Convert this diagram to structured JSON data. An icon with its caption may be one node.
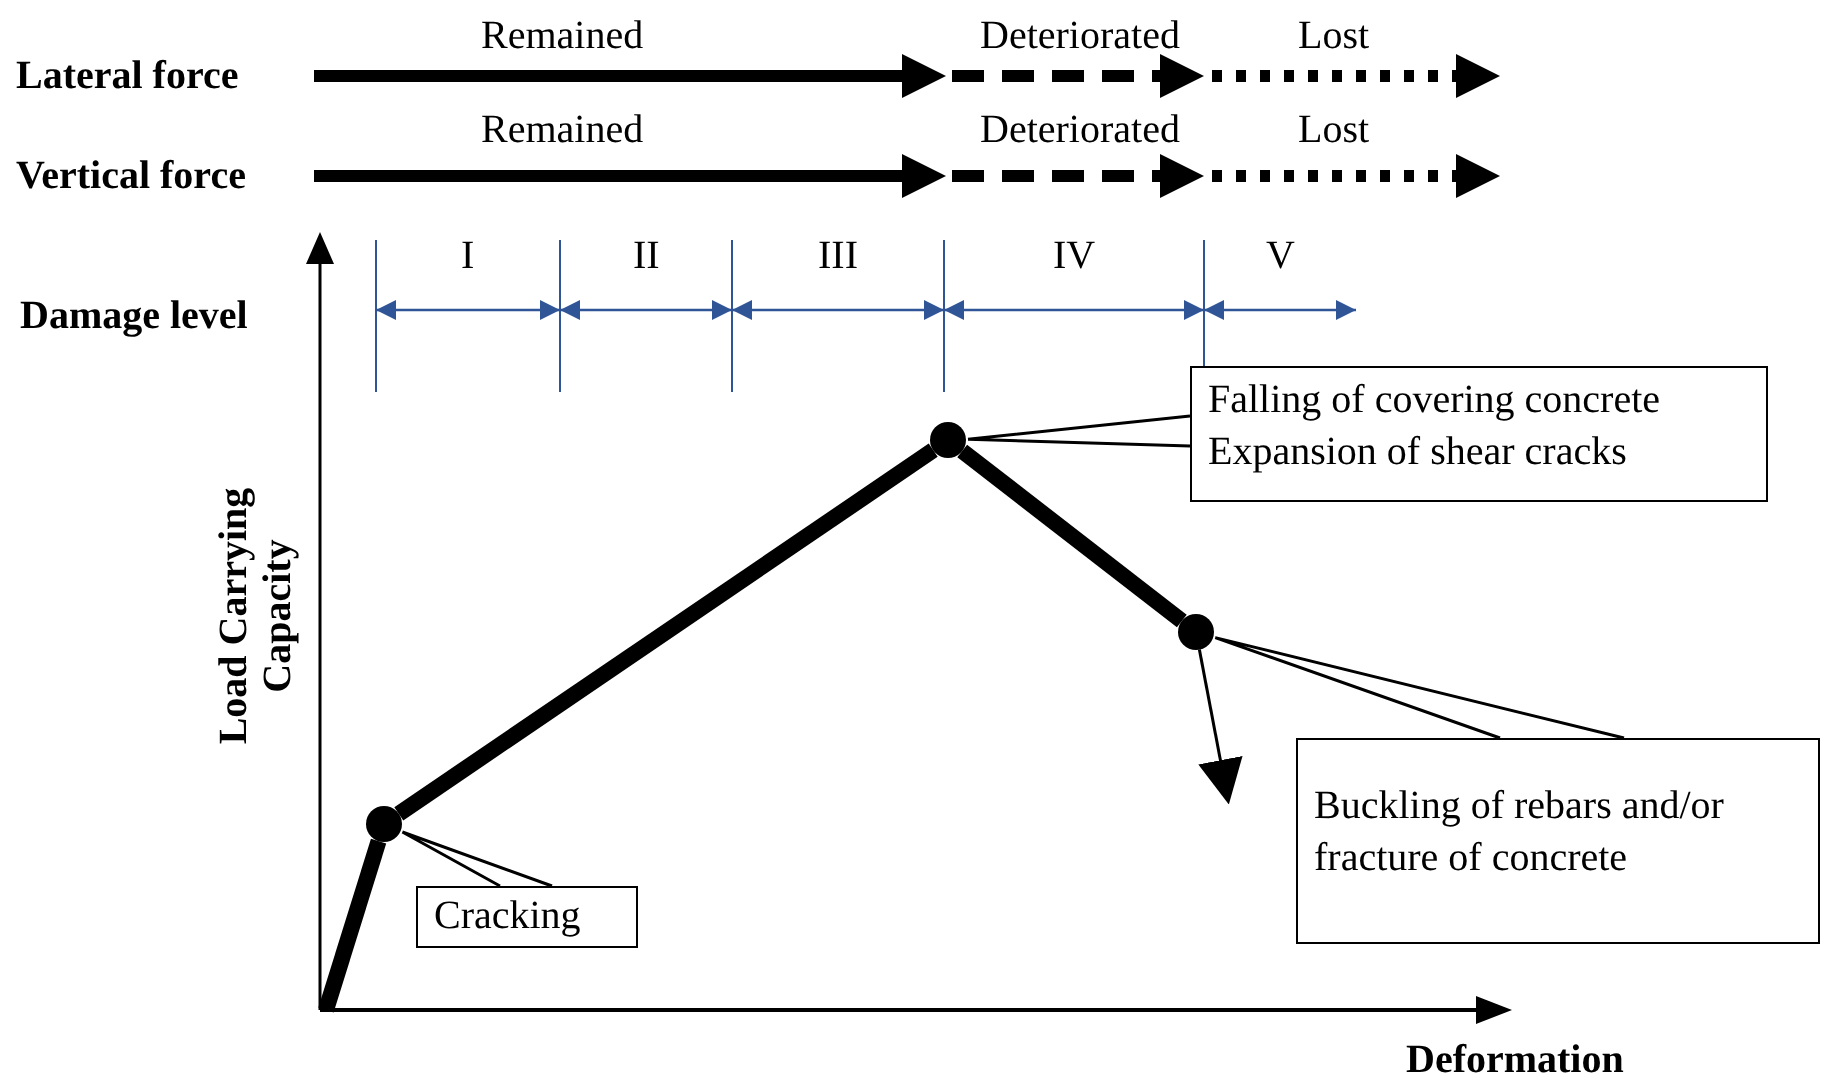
{
  "diagram": {
    "nodes": [
      {
        "text": [
          "Falling of covering concrete",
          "Expansion of shear cracks"
        ]
      },
      {
        "text": [],
        "shape": "circle"
      },
      {
        "text": [],
        "shape": "circle"
      },
      {
        "text": [
          "Buckling of rebars and/or fracture of concrete"
        ]
      },
      {
        "text": [],
        "shape": "circle"
      },
      {
        "text": [
          "Cracking"
        ]
      }
    ],
    "edges": [
      {
        "from": 0,
        "to": 1,
        "arrow": "none"
      },
      {
        "from": 3,
        "to": 2,
        "arrow": "none"
      },
      {
        "from": 5,
        "to": 4,
        "arrow": "none"
      },
      {
        "from": null,
        "to": 4,
        "arrow": "none",
        "style": "thick"
      },
      {
        "from": 4,
        "to": 1,
        "arrow": "none",
        "style": "thick"
      },
      {
        "from": 1,
        "to": 2,
        "arrow": "none",
        "style": "thick"
      },
      {
        "from": 2,
        "to": null,
        "arrow": "to"
      }
    ],
    "labels": [
      "Remained",
      "Deteriorated",
      "Lost",
      "Lateral force",
      "Remained",
      "Deteriorated",
      "Lost",
      "Vertical force",
      "I",
      "II",
      "III",
      "IV",
      "V",
      "Damage level",
      "Load Carrying Capacity",
      "Deformation"
    ]
  }
}
